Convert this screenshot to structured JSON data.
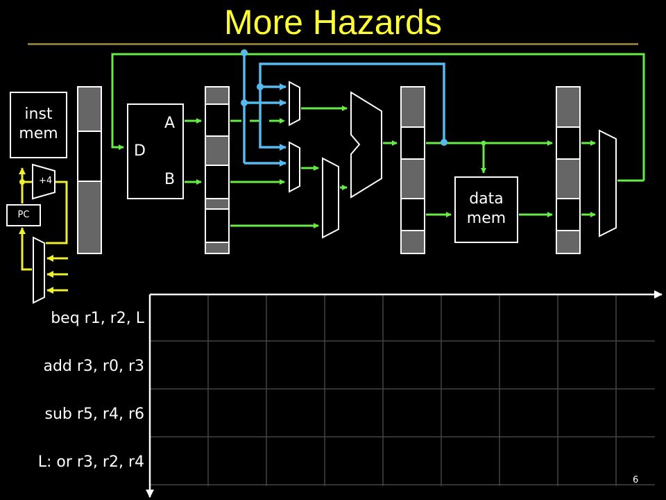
{
  "title": "More Hazards",
  "datapath": {
    "inst_mem": "inst\nmem",
    "plus4": "+4",
    "pc": "PC",
    "reg_file": {
      "port_d": "D",
      "port_a": "A",
      "port_b": "B"
    },
    "data_mem": "data\nmem"
  },
  "instructions": [
    "beq r1, r2, L",
    "add r3, r0, r3",
    "sub r5, r4, r6",
    "L: or r3, r2, r4"
  ],
  "slide_number": "6",
  "colors": {
    "title": "#ffff33",
    "wire_green": "#66ee44",
    "wire_blue": "#55bbee",
    "wire_yellow": "#eeee33"
  }
}
